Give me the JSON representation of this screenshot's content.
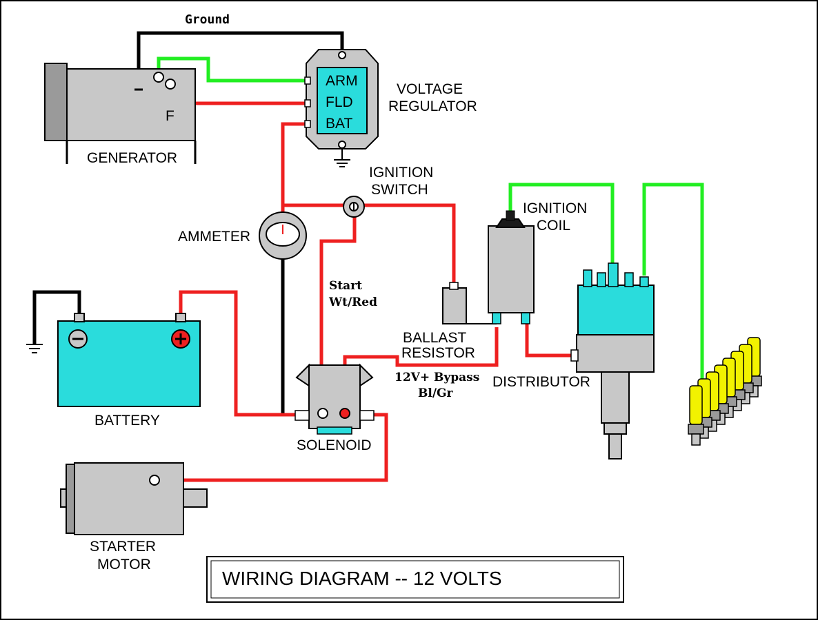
{
  "labels": {
    "ground": "Ground",
    "generator": "GENERATOR",
    "generator_f": "F",
    "regulator_line1": "VOLTAGE",
    "regulator_line2": "REGULATOR",
    "reg_arm": "ARM",
    "reg_fld": "FLD",
    "reg_bat": "BAT",
    "ignition_switch_line1": "IGNITION",
    "ignition_switch_line2": "SWITCH",
    "ignition_coil_line1": "IGNITION",
    "ignition_coil_line2": "COIL",
    "ammeter": "AMMETER",
    "start_line1": "Start",
    "start_line2": "Wt/Red",
    "ballast_line1": "BALLAST",
    "ballast_line2": "RESISTOR",
    "bypass_line1": "12V+ Bypass",
    "bypass_line2": "Bl/Gr",
    "distributor": "DISTRIBUTOR",
    "battery": "BATTERY",
    "solenoid": "SOLENOID",
    "starter_line1": "STARTER",
    "starter_line2": "MOTOR",
    "battery_minus": "−",
    "battery_plus": "+",
    "title": "WIRING DIAGRAM -- 12 VOLTS"
  },
  "colors": {
    "wire_red": "#ee2020",
    "wire_green": "#22ee22",
    "wire_black": "#000000",
    "device_gray": "#c8c8c8",
    "device_cyan": "#2adcdc",
    "plug_yellow": "#f2f200"
  }
}
